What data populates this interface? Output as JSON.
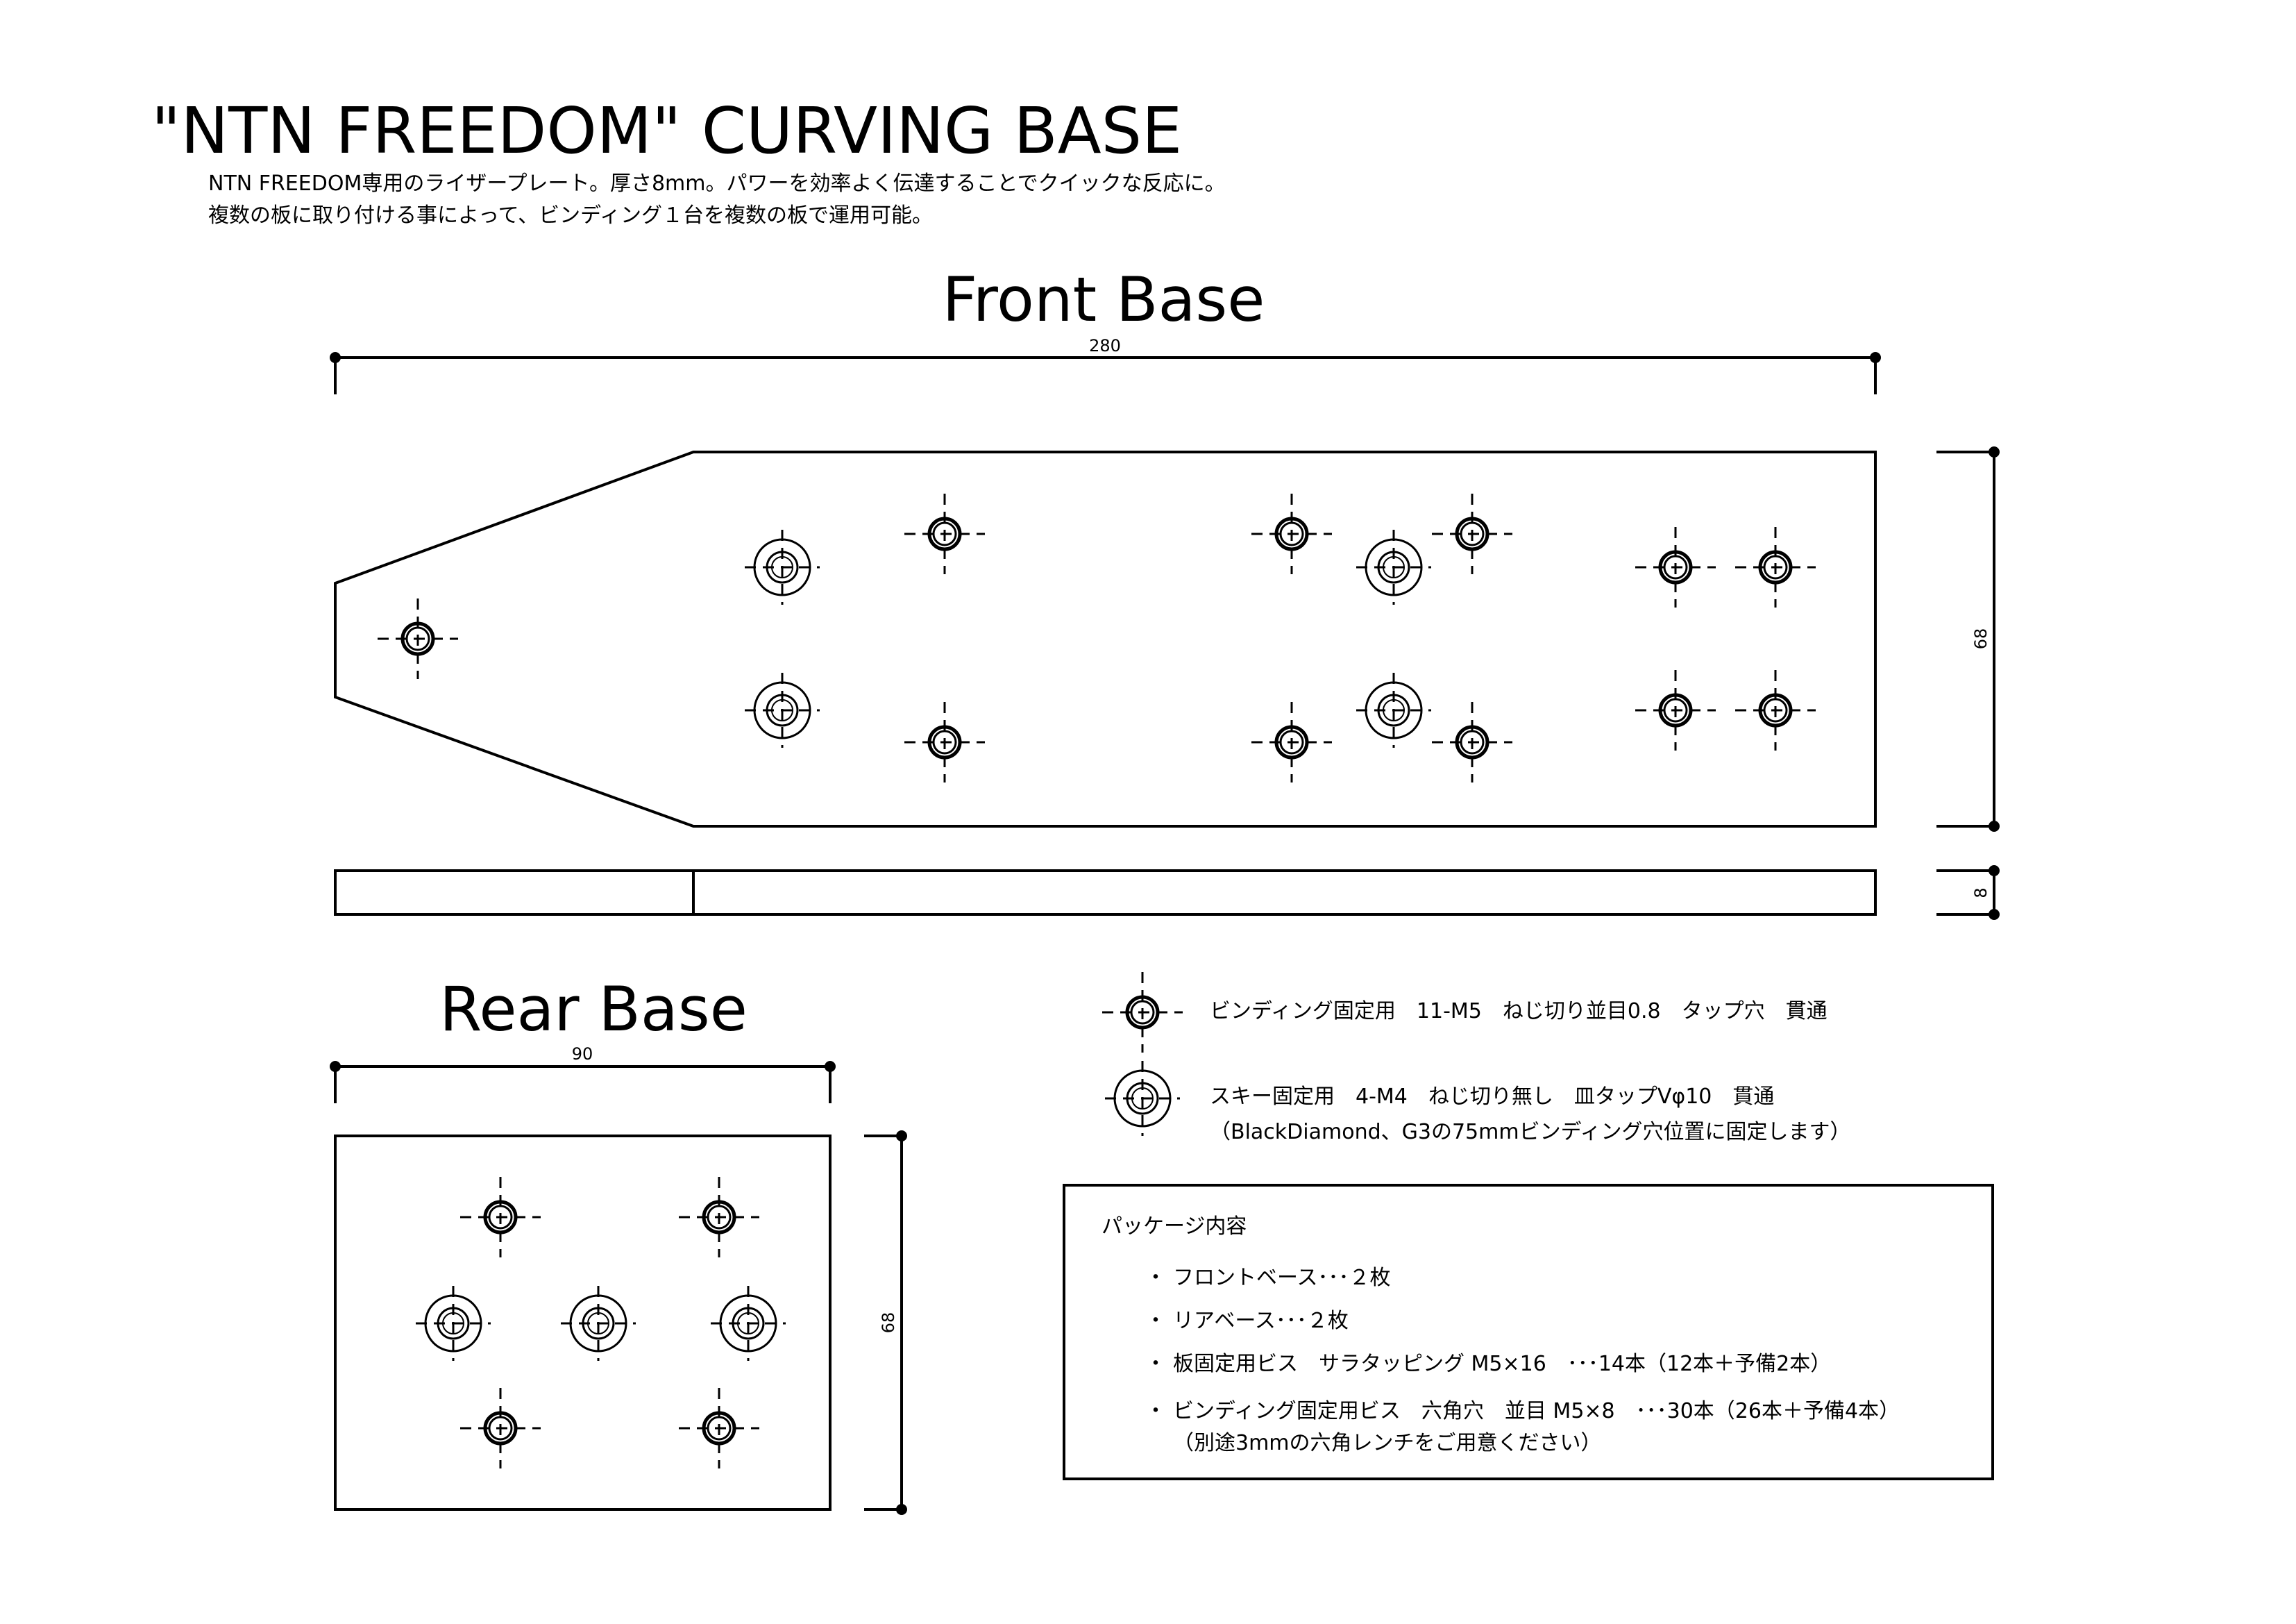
{
  "title": "\"NTN FREEDOM\" CURVING BASE",
  "description": [
    "NTN FREEDOM専用のライザープレート。厚さ8mm。パワーを効率よく伝達することでクイックな反応に。",
    "複数の板に取り付ける事によって、ビンディング１台を複数の板で運用可能。"
  ],
  "front_base": {
    "title": "Front Base",
    "dim_length": "280",
    "dim_width": "68",
    "dim_thickness": "8"
  },
  "rear_base": {
    "title": "Rear Base",
    "dim_width": "90",
    "dim_height": "68"
  },
  "legend": {
    "tapped_hole": "ビンディング固定用　11-M5　ねじ切り並目0.8　タップ穴　貫通",
    "countersunk_hole": "スキー固定用　4-M4　ねじ切り無し　皿タップVφ10　貫通",
    "countersunk_note": "（BlackDiamond、G3の75mmビンディング穴位置に固定します）"
  },
  "package": {
    "title": "パッケージ内容",
    "bullet": "・",
    "items": [
      "フロントベース･･･２枚",
      "リアベース･･･２枚",
      "板固定用ビス　サラタッピング M5×16　･･･14本（12本＋予備2本）",
      "ビンディング固定用ビス　六角穴　並目 M5×8　･･･30本（26本＋予備4本）"
    ],
    "note": "（別途3mmの六角レンチをご用意ください）"
  }
}
